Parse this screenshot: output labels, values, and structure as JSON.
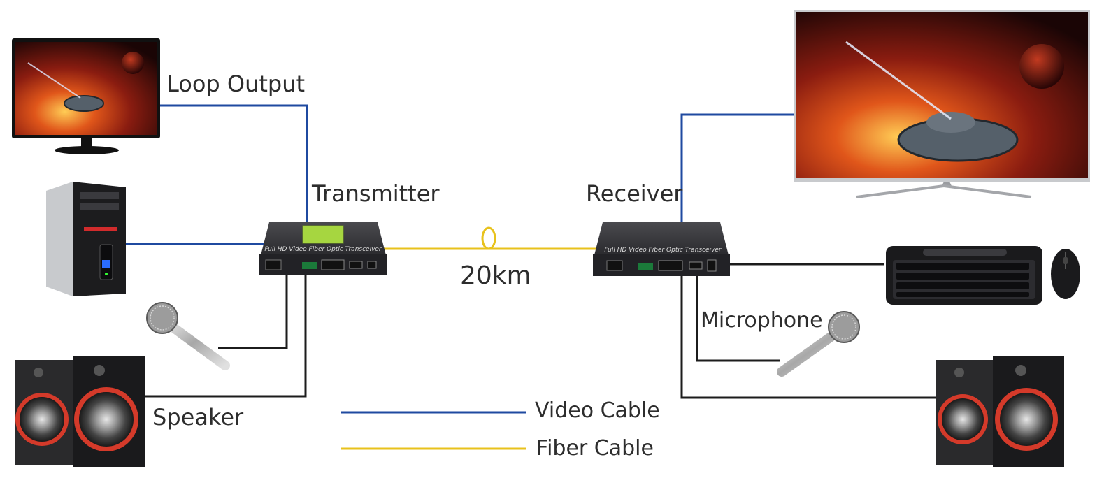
{
  "labels": {
    "loop_output": "Loop Output",
    "transmitter": "Transmitter",
    "receiver": "Receiver",
    "distance": "20km",
    "microphone": "Microphone",
    "speaker": "Speaker"
  },
  "devices": {
    "transmitter_text": "Full HD Video Fiber Optic Transceiver",
    "receiver_text": "Full HD Video Fiber Optic Transceiver"
  },
  "legend": [
    {
      "label": "Video Cable",
      "color": "#1f4aa0"
    },
    {
      "label": "Fiber Cable",
      "color": "#e8c21c"
    }
  ],
  "colors": {
    "video_cable": "#1f4aa0",
    "fiber_cable": "#e8c21c",
    "audio_cable": "#1c1c1c"
  }
}
